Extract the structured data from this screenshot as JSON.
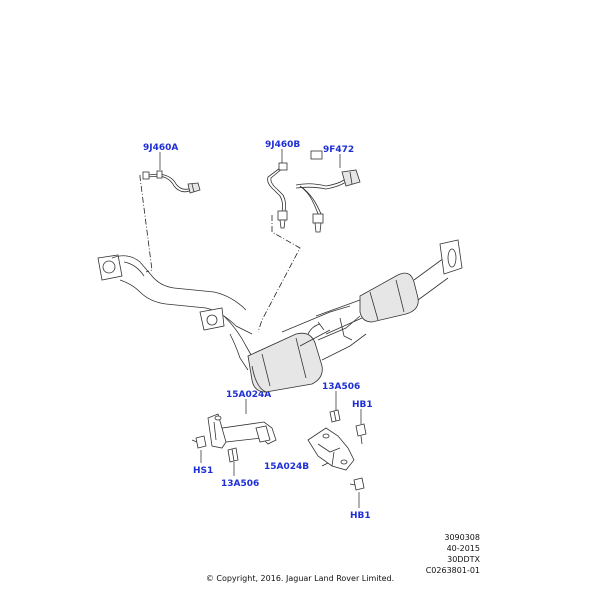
{
  "labels": {
    "sensor_a": "9J460A",
    "sensor_b": "9J460B",
    "sensor_c": "9F472",
    "bracket_a": "15A024A",
    "bracket_b": "15A024B",
    "nut_top": "13A506",
    "nut_bottom": "13A506",
    "bolt_left": "HS1",
    "bolt_right_top": "HB1",
    "bolt_right_bottom": "HB1"
  },
  "meta": {
    "line1": "3090308",
    "line2": "40-2015",
    "line3": "30DDTX",
    "line4": "C0263801-01"
  },
  "copyright": "© Copyright, 2016. Jaguar Land Rover Limited.",
  "colors": {
    "callout": "#1f2fd6",
    "line": "#333333"
  }
}
